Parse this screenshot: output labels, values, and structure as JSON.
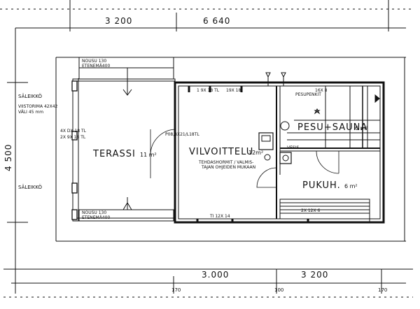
{
  "dimensions": {
    "top_left": "3 200",
    "top_right": "6 640",
    "left_side": "4 500",
    "bottom_mid": "3.000",
    "bottom_right": "3 200",
    "bottom_tick_1": "170",
    "bottom_tick_2": "100",
    "bottom_tick_3": "170"
  },
  "rooms": {
    "terrace": {
      "name": "TERASSI",
      "area": "11 m²"
    },
    "conditioning": {
      "name": "VILVOITTELU",
      "area": "12m²"
    },
    "sauna": {
      "name": "PESU+SAUNA",
      "area": "6 m²"
    },
    "dressing": {
      "name": "PUKUH.",
      "area": "6 m²"
    }
  },
  "labels": {
    "step_top_1": "NOUSU 130",
    "step_top_2": "ETENEMÄ400",
    "step_bottom_1": "NOUSU 130",
    "step_bottom_2": "ETENEMÄ400",
    "slatted_top": "SÄLEIKKÖ",
    "slat_spec_1": "VIISTORIMA 42X42",
    "slat_spec_2": "VÄLI 45 mm",
    "beam_1": "4X DX 18 TL",
    "beam_2": "2X 9X 18 TL",
    "slatted_bottom": "SÄLEIKKÖ",
    "window_1": "1 9X 18 TL",
    "window_2": "19X 18",
    "door_spec": "P08,8X21/L18TL",
    "stove_note_1": "TEHDASHORMIT / VALMIS-",
    "stove_note_2": "TAJAN OHJEIDEN MUKAAN",
    "benches_1": "16X 8",
    "benches_2": "PESUPENKIT",
    "water": "VESIS.",
    "window_3": "TI 12X 14",
    "bench_dim": "2X 12X 6"
  }
}
